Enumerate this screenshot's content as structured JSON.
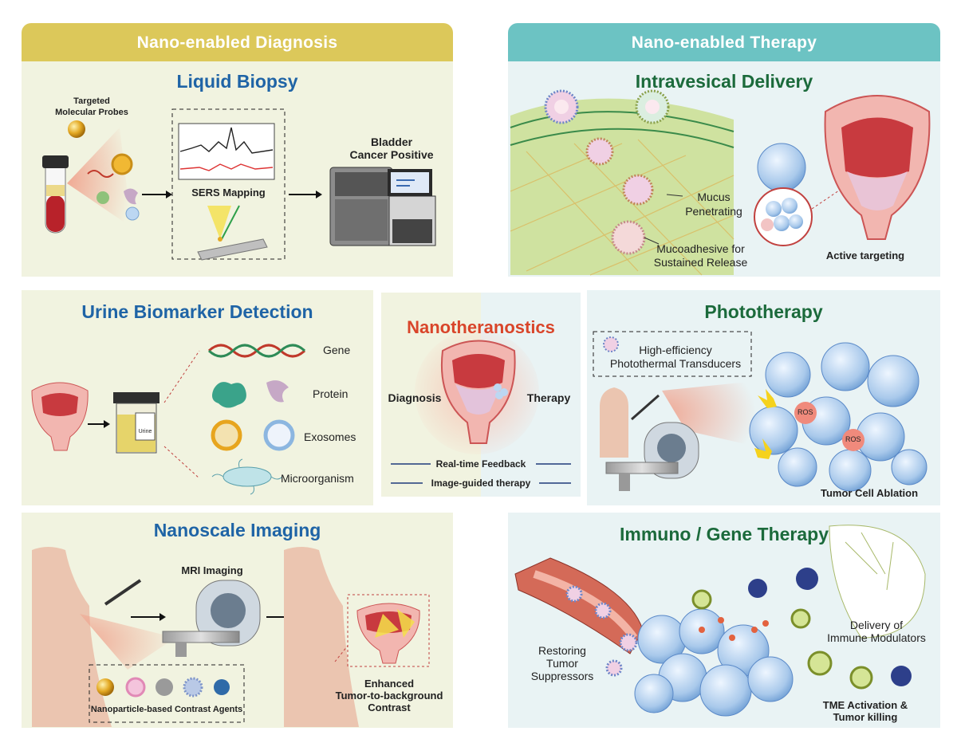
{
  "diagnosis": {
    "banner": "Nano-enabled Diagnosis",
    "liquid_biopsy": {
      "title": "Liquid Biopsy",
      "probes": "Targeted\nMolecular Probes",
      "sers": "SERS Mapping",
      "result": "Bladder\nCancer Positive"
    },
    "urine": {
      "title": "Urine Biomarker Detection",
      "cup_label": "Urine",
      "items": [
        "Gene",
        "Protein",
        "Exosomes",
        "Microorganism"
      ]
    },
    "imaging": {
      "title": "Nanoscale Imaging",
      "mri": "MRI Imaging",
      "agents": "Nanoparticle-based Contrast Agents",
      "contrast": "Enhanced\nTumor-to-background\nContrast"
    }
  },
  "center": {
    "title": "Nanotheranostics",
    "left": "Diagnosis",
    "right": "Therapy",
    "feedback": "Real-time Feedback",
    "guided": "Image-guided therapy"
  },
  "therapy": {
    "banner": "Nano-enabled Therapy",
    "intravesical": {
      "title": "Intravesical Delivery",
      "mucus": "Mucus\nPenetrating",
      "mucoadhesive": "Mucoadhesive for\nSustained Release",
      "targeting": "Active targeting"
    },
    "photo": {
      "title": "Phototherapy",
      "transducers": "High-efficiency\nPhotothermal Transducers",
      "ros": "ROS",
      "ablation": "Tumor Cell Ablation"
    },
    "immuno": {
      "title": "Immuno / Gene Therapy",
      "restoring": "Restoring\nTumor\nSuppressors",
      "delivery": "Delivery of\nImmune Modulators",
      "tme": "TME Activation &\nTumor killing"
    }
  },
  "colors": {
    "diag_banner": "#dcc85a",
    "ther_banner": "#6cc3c3",
    "diag_bg": "#f1f3e0",
    "ther_bg": "#e9f3f4",
    "tissue": "#e7b6b3",
    "bladder_red": "#d6474b",
    "cell_blue": "#a9c9eb"
  }
}
